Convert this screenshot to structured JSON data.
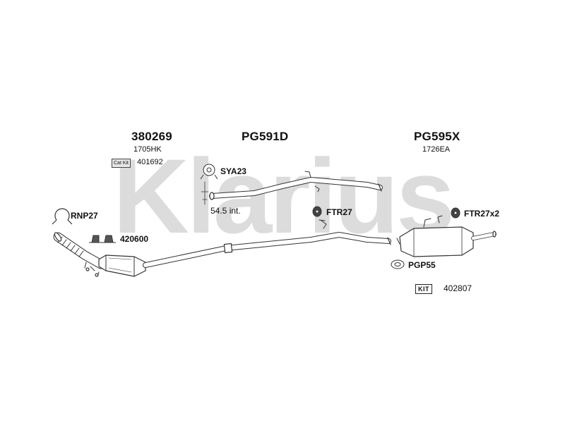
{
  "brand": {
    "watermark": "Klarius"
  },
  "sections": {
    "front": {
      "code": "380269",
      "ref": "1705HK",
      "catkit_label": "Cat Kit",
      "catkit_number": "401692"
    },
    "middle": {
      "code": "PG591D"
    },
    "rear": {
      "code": "PG595X",
      "ref": "1726EA"
    }
  },
  "parts": {
    "sya23": "SYA23",
    "rnp27": "RNP27",
    "p420600": "420600",
    "ftr27": "FTR27",
    "ftr27x2": "FTR27x2",
    "pgp55": "PGP55"
  },
  "dimension": {
    "label": "54.5 int."
  },
  "kit": {
    "badge": "KIT",
    "number": "402807"
  },
  "colors": {
    "watermark": "#d9d9d9",
    "line": "#333333",
    "pipe_fill": "#ffffff"
  }
}
